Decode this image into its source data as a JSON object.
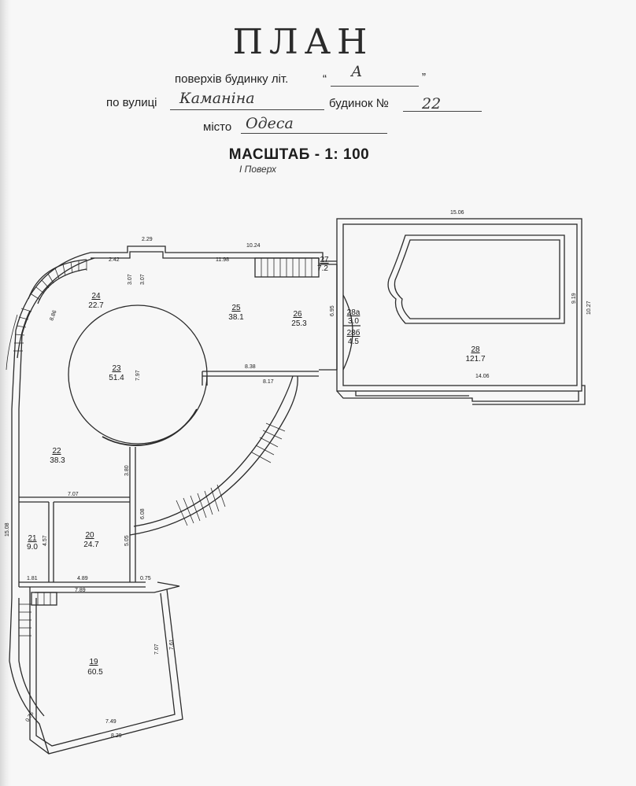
{
  "header": {
    "title": "ПЛАН",
    "floors_label": "поверхів будинку літ.",
    "quote_open": "“",
    "quote_close": "”",
    "letter": "А",
    "street_label": "по вулиці",
    "street": "Каманіна",
    "house_label": "будинок №",
    "house_number": "22",
    "city_label": "місто",
    "city": "Одеса",
    "scale": "МАСШТАБ - 1: 100",
    "floor_label": "І Поверх"
  },
  "rooms": [
    {
      "number": "19",
      "area": "60.5"
    },
    {
      "number": "20",
      "area": "24.7"
    },
    {
      "number": "21",
      "area": "9.0"
    },
    {
      "number": "22",
      "area": "38.3"
    },
    {
      "number": "23",
      "area": "51.4"
    },
    {
      "number": "24",
      "area": "22.7"
    },
    {
      "number": "25",
      "area": "38.1"
    },
    {
      "number": "26",
      "area": "25.3"
    },
    {
      "number": "27",
      "area": "7.2"
    },
    {
      "number": "28а",
      "area": "3.0"
    },
    {
      "number": "28б",
      "area": "4.5"
    },
    {
      "number": "28",
      "area": "121.7"
    }
  ],
  "dimensions": [
    "15.06",
    "2.29",
    "10.24",
    "11.98",
    "2.42",
    "3.07",
    "3.07",
    "8.86",
    "6.95",
    "9.19",
    "10.27",
    "7.97",
    "8.38",
    "8.17",
    "14.06",
    "3.80",
    "7.07",
    "6.08",
    "5.05",
    "4.57",
    "15.08",
    "1.81",
    "4.89",
    "0.75",
    "7.89",
    "7.07",
    "7.61",
    "7.49",
    "8.29",
    "0.76"
  ]
}
